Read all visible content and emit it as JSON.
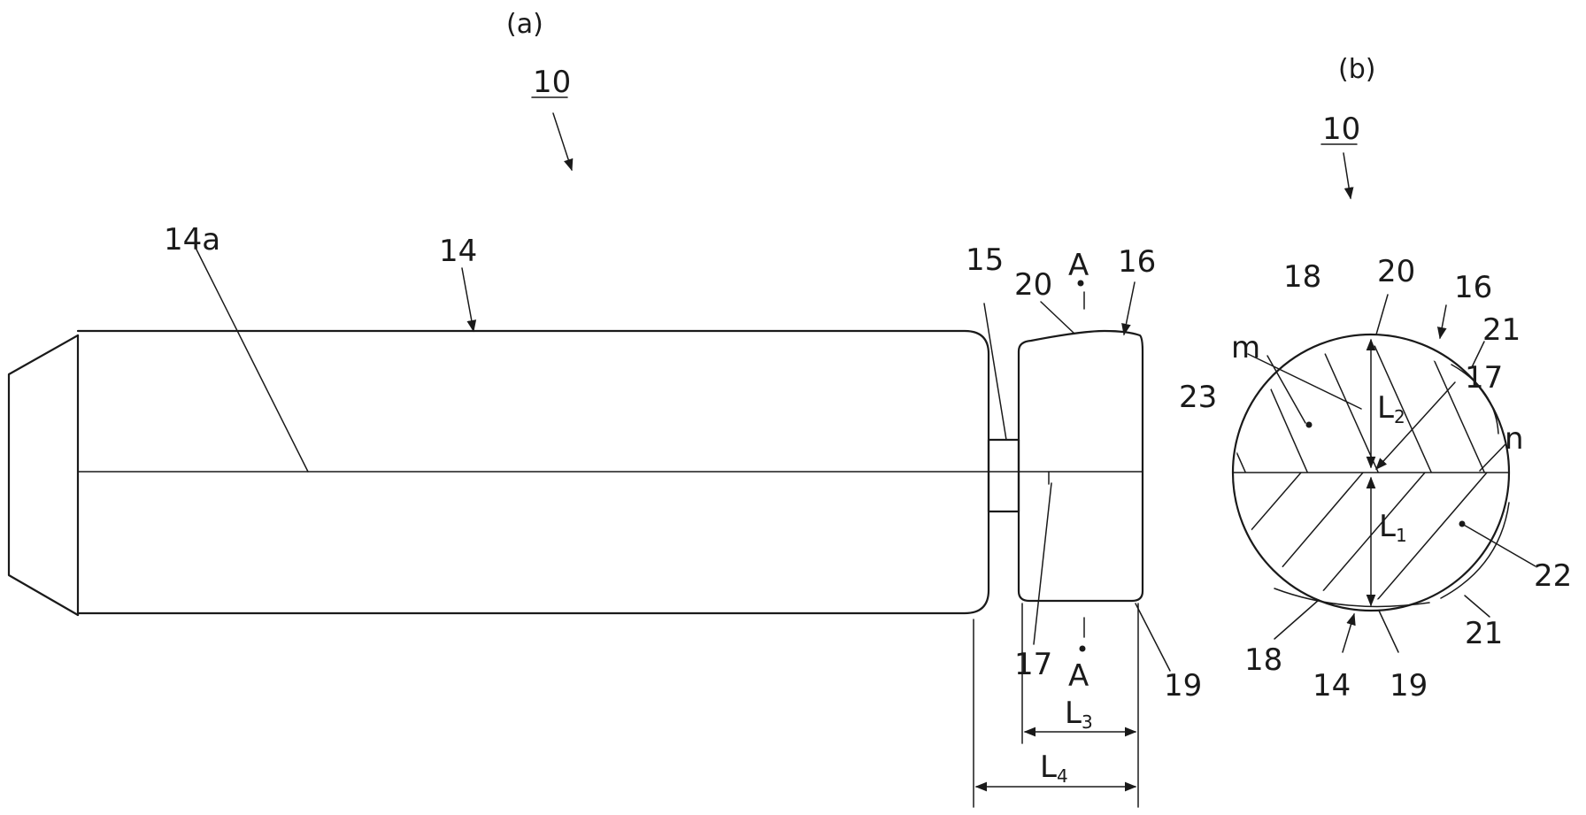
{
  "figure": {
    "view_a_caption": "(a)",
    "view_b_caption": "(b)",
    "view_a_reference": "10",
    "view_b_reference": "10"
  },
  "view_a": {
    "labels": {
      "groove_line": "14a",
      "main_body": "14",
      "neck": "15",
      "crown_face": "20",
      "section_top": "A",
      "head": "16",
      "mid_line": "17",
      "section_bottom": "A",
      "bottom_face": "19"
    },
    "dimensions": {
      "l3": {
        "letter": "L",
        "sub": "3"
      },
      "l4": {
        "letter": "L",
        "sub": "4"
      }
    }
  },
  "view_b": {
    "labels": {
      "upper_face": "18",
      "crown_face": "20",
      "head": "16",
      "edge_right_top": "21",
      "point_m": "m",
      "region_upper": "23",
      "center_mark": "17",
      "point_n": "n",
      "region_lower": "22",
      "edge_right_bottom": "21",
      "lower_face": "18",
      "body": "14",
      "bottom_face": "19"
    },
    "dimensions": {
      "l2": {
        "letter": "L",
        "sub": "2"
      },
      "l1": {
        "letter": "L",
        "sub": "1"
      }
    }
  }
}
